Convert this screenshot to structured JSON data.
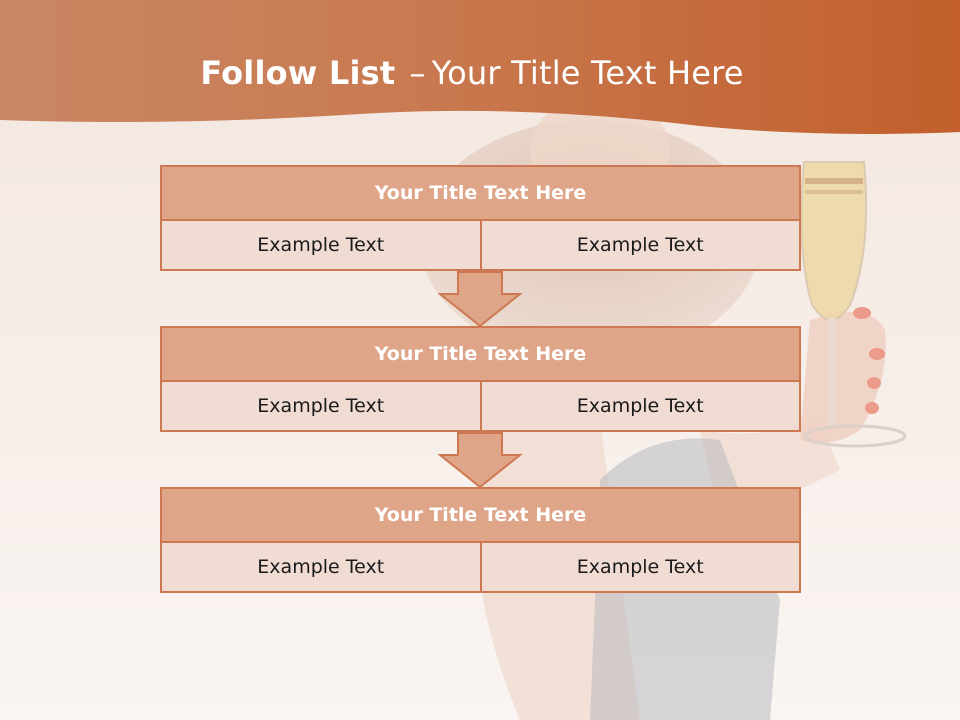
{
  "slide": {
    "title_bold": "Follow List",
    "title_separator": "–",
    "title_rest": "Your Title Text Here"
  },
  "steps": [
    {
      "title": "Your Title Text Here",
      "cells": [
        "Example Text",
        "Example Text"
      ]
    },
    {
      "title": "Your Title Text Here",
      "cells": [
        "Example Text",
        "Example Text"
      ]
    },
    {
      "title": "Your Title Text Here",
      "cells": [
        "Example Text",
        "Example Text"
      ]
    }
  ],
  "colors": {
    "accent": "#c8693c",
    "box_title_fill": "#dfa588",
    "box_cell_fill": "#f1dcd4",
    "box_border": "#cd7850"
  },
  "icons": [
    "down-arrow-icon"
  ]
}
